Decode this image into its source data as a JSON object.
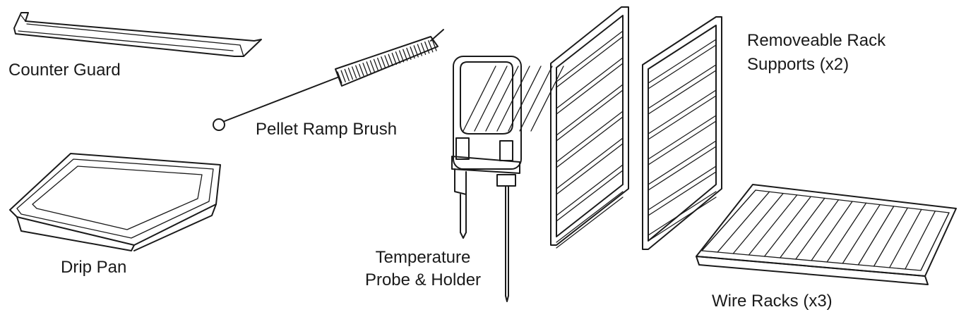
{
  "parts": {
    "counter_guard": {
      "label": "Counter Guard"
    },
    "pellet_ramp_brush": {
      "label": "Pellet Ramp  Brush"
    },
    "drip_pan": {
      "label": "Drip Pan"
    },
    "temperature_probe": {
      "label_line1": "Temperature",
      "label_line2": "Probe & Holder"
    },
    "rack_supports": {
      "label_line1": "Removeable Rack",
      "label_line2": "Supports (x2)"
    },
    "wire_racks": {
      "label": "Wire Racks (x3)"
    }
  },
  "colors": {
    "ink": "#1a1a1a",
    "background": "#ffffff"
  }
}
